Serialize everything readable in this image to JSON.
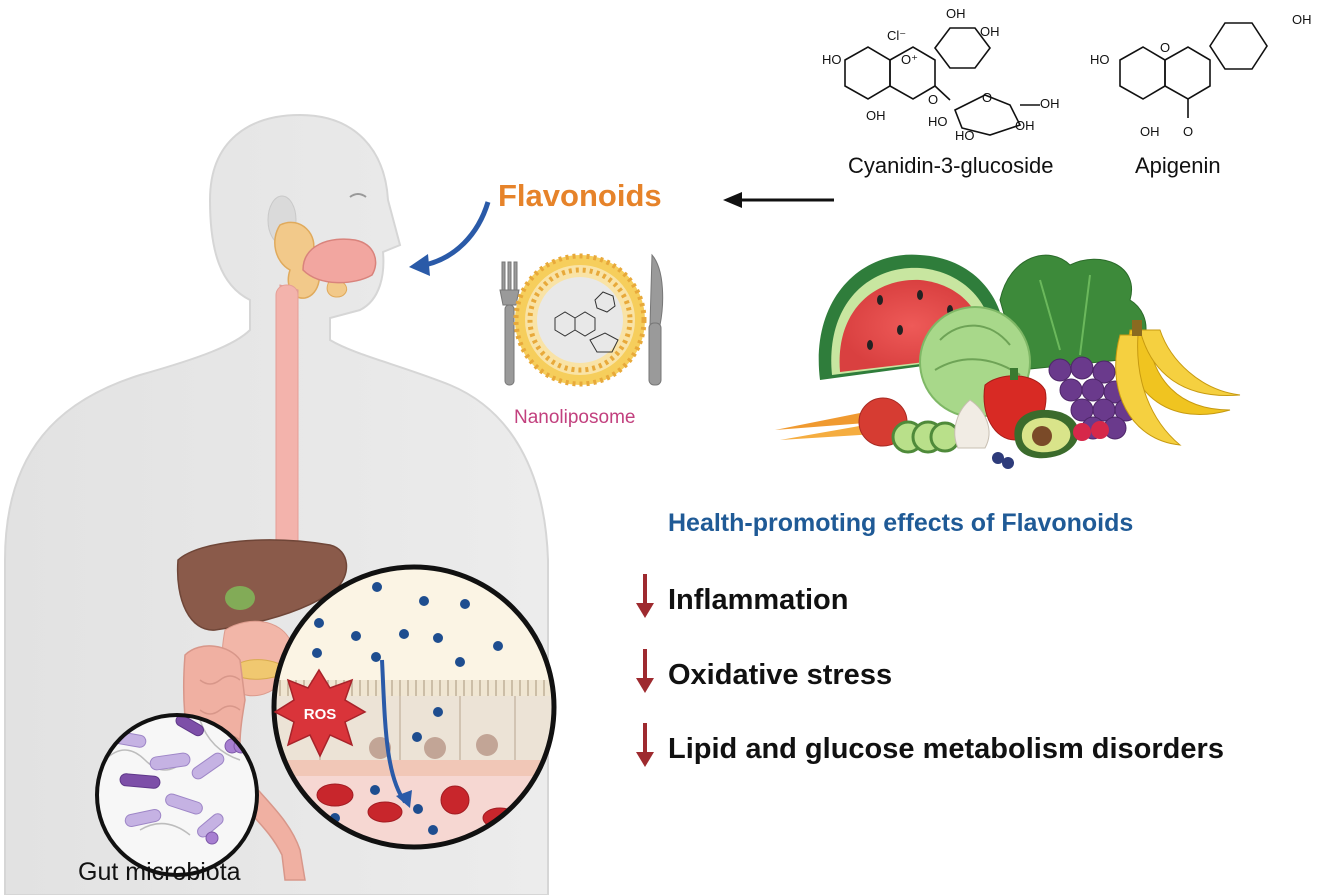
{
  "header": {
    "flavonoids_label": "Flavonoids"
  },
  "compounds": [
    {
      "name": "Cyanidin-3-glucoside"
    },
    {
      "name": "Apigenin"
    }
  ],
  "chem_labels": {
    "oh": "OH",
    "ho": "HO",
    "o": "O",
    "cl": "Cl⁻",
    "oplus": "O⁺"
  },
  "nanoliposome": {
    "label": "Nanoliposome"
  },
  "ros": {
    "label": "ROS"
  },
  "health": {
    "title": "Health-promoting effects of Flavonoids",
    "effects": [
      {
        "label": "Inflammation"
      },
      {
        "label": "Oxidative stress"
      },
      {
        "label": "Lipid and glucose metabolism disorders"
      }
    ]
  },
  "gut": {
    "label": "Gut microbiota"
  },
  "colors": {
    "flavonoid_orange": "#e6832a",
    "health_blue": "#1f5a96",
    "down_arrow_red": "#9e2a2f",
    "nanoliposome_pink": "#c2407e",
    "body_gray": "#e5e5e5",
    "liver_brown": "#8a5a4a",
    "esophagus_pink": "#f3b3ac"
  },
  "icons": [
    "down-arrow-icon",
    "fork-icon",
    "knife-icon",
    "ros-burst-icon",
    "left-arrow-icon"
  ]
}
